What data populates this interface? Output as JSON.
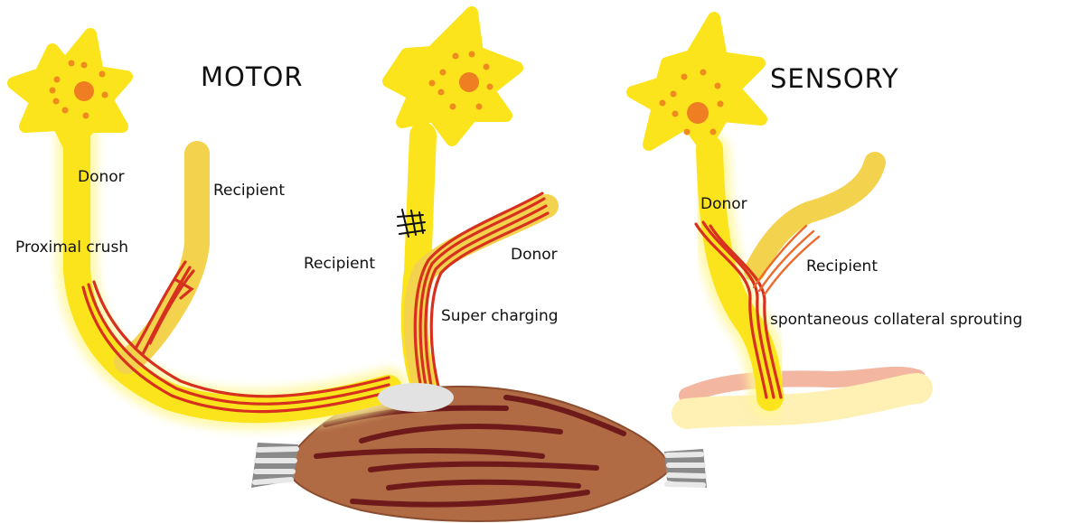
{
  "motor": {
    "title": "MOTOR",
    "labels": {
      "donor_left": "Donor",
      "recipient_left": "Recipient",
      "proximal_crush": "Proximal crush",
      "recipient_right": "Recipient",
      "donor_right": "Donor",
      "super_charging": "Super charging"
    }
  },
  "sensory": {
    "title": "SENSORY",
    "labels": {
      "donor": "Donor",
      "recipient": "Recipient",
      "sprouting": "spontaneous collateral sprouting"
    }
  },
  "colors": {
    "neuron": "#fbe41c",
    "neuron_glow": "#fff79a",
    "recipient_nerve": "#f3d24e",
    "nucleus": "#ef7d22",
    "dots": "#ee8a1e",
    "axon": "#d7301e",
    "muscle": "#b06a44",
    "muscle_fiber": "#6e1a1a",
    "tendon": "#c9c9c9",
    "skin": "#fff0b3",
    "skin_edge": "#f3b6a0",
    "endplate": "#e2e2e2"
  }
}
